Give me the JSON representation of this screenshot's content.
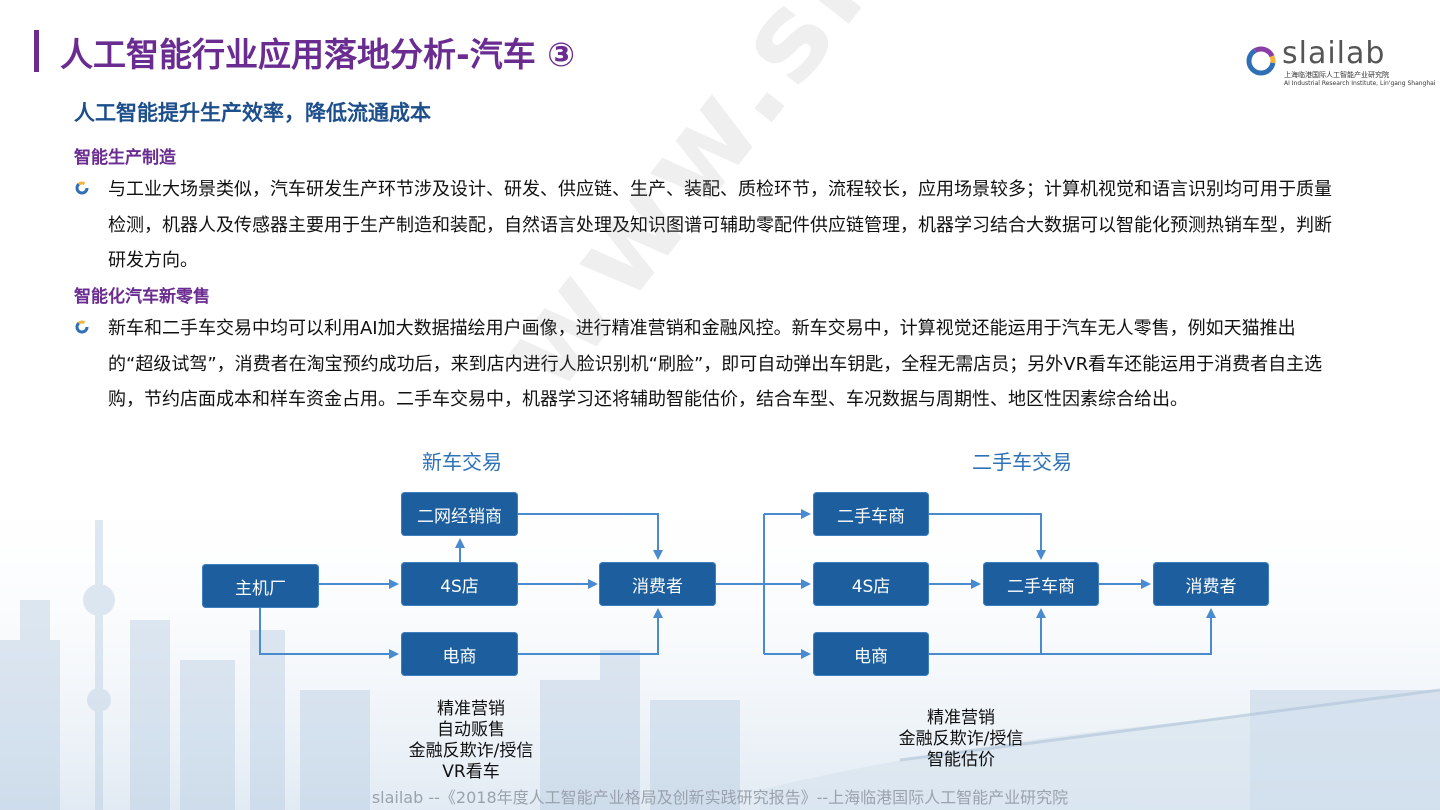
{
  "title": "人工智能行业应用落地分析-汽车 ③",
  "logo": {
    "text": "slailab",
    "cn": "上海临港国际人工智能产业研究院",
    "en": "AI Industrial Research Institute, Lin'gang Shanghai"
  },
  "subtitle": "人工智能提升生产效率，降低流通成本",
  "sections": [
    {
      "heading": "智能生产制造",
      "text": "与工业大场景类似，汽车研发生产环节涉及设计、研发、供应链、生产、装配、质检环节，流程较长，应用场景较多；计算机视觉和语言识别均可用于质量检测，机器人及传感器主要用于生产制造和装配，自然语言处理及知识图谱可辅助零配件供应链管理，机器学习结合大数据可以智能化预测热销车型，判断研发方向。"
    },
    {
      "heading": "智能化汽车新零售",
      "text": "新车和二手车交易中均可以利用AI加大数据描绘用户画像，进行精准营销和金融风控。新车交易中，计算视觉还能运用于汽车无人零售，例如天猫推出的“超级试驾”，消费者在淘宝预约成功后，来到店内进行人脸识别机“刷脸”，即可自动弹出车钥匙，全程无需店员；另外VR看车还能运用于消费者自主选购，节约店面成本和样车资金占用。二手车交易中，机器学习还将辅助智能估价，结合车型、车况数据与周期性、地区性因素综合给出。"
    }
  ],
  "watermark": "www.slailab.cn",
  "diagram": {
    "new_car": {
      "title": "新车交易",
      "nodes": {
        "oem": "主机厂",
        "dealer2": "二网经销商",
        "s4": "4S店",
        "ecom": "电商",
        "consumer": "消费者"
      },
      "features": [
        "精准营销",
        "自动贩售",
        "金融反欺诈/授信",
        "VR看车"
      ]
    },
    "used_car": {
      "title": "二手车交易",
      "nodes": {
        "dealer": "二手车商",
        "s4": "4S店",
        "ecom": "电商",
        "middle": "二手车商",
        "consumer": "消费者"
      },
      "features": [
        "精准营销",
        "金融反欺诈/授信",
        "智能估价"
      ]
    }
  },
  "footer": "slailab --《2018年度人工智能产业格局及创新实践研究报告》--上海临港国际人工智能产业研究院",
  "colors": {
    "accent_purple": "#6a2c91",
    "heading_blue": "#1d4f8c",
    "box_blue": "#1c5e9e",
    "arrow_blue": "#4a8bd0"
  }
}
